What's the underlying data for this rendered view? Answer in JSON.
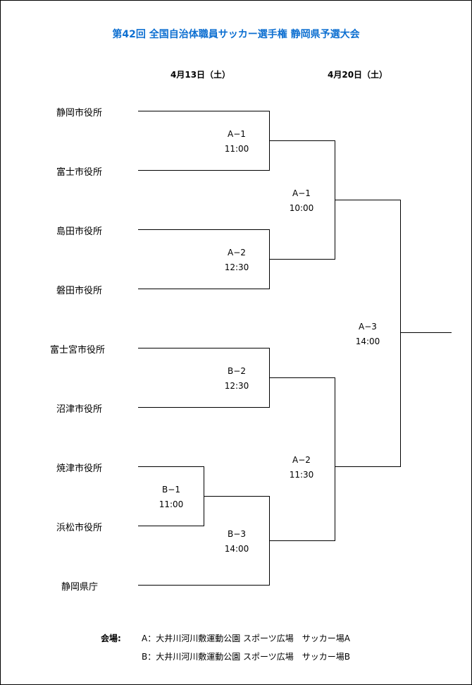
{
  "title": "第42回 全国自治体職員サッカー選手権 静岡県予選大会",
  "dates": [
    "4月13日（土）",
    "4月20日（土）"
  ],
  "teams": [
    "静岡市役所",
    "富士市役所",
    "島田市役所",
    "磐田市役所",
    "富士宮市役所",
    "沼津市役所",
    "焼津市役所",
    "浜松市役所",
    "静岡県庁"
  ],
  "matches": [
    {
      "code": "A−1",
      "time": "11:00"
    },
    {
      "code": "A−2",
      "time": "12:30"
    },
    {
      "code": "B−2",
      "time": "12:30"
    },
    {
      "code": "B−1",
      "time": "11:00"
    },
    {
      "code": "B−3",
      "time": "14:00"
    },
    {
      "code": "A−1",
      "time": "10:00"
    },
    {
      "code": "A−2",
      "time": "11:30"
    },
    {
      "code": "A−3",
      "time": "14:00"
    }
  ],
  "venue": {
    "label": "会場:",
    "lines": [
      "A：大井川河川敷運動公園 スポーツ広場　サッカー場A",
      "B：大井川河川敷運動公園 スポーツ広場　サッカー場B"
    ]
  },
  "colors": {
    "title": "#0d6fd1",
    "lines": "#000000"
  }
}
